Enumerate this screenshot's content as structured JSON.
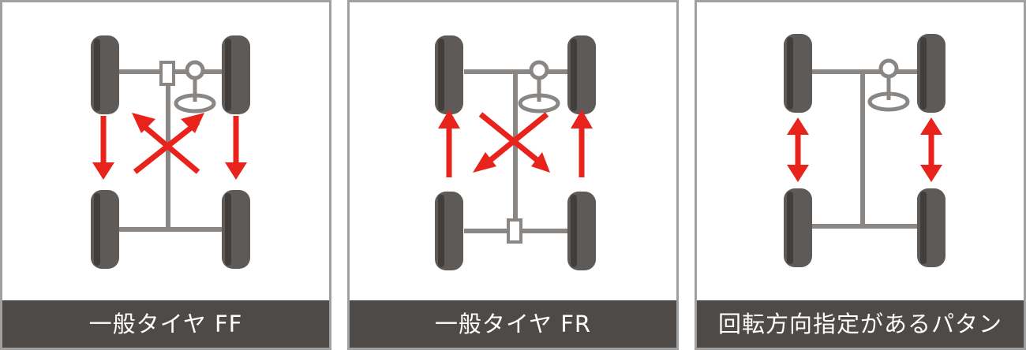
{
  "colors": {
    "tire": "#5e5a57",
    "tire_groove": "#2f2c2a",
    "chassis": "#8a8684",
    "arrow": "#e8231c",
    "caption_bg": "#4d4a47",
    "caption_text": "#ffffff",
    "border": "#a0a0a0"
  },
  "panels": [
    {
      "caption": "一般タイヤ FF"
    },
    {
      "caption": "一般タイヤ FR"
    },
    {
      "caption": "回転方向指定があるパタン"
    }
  ]
}
